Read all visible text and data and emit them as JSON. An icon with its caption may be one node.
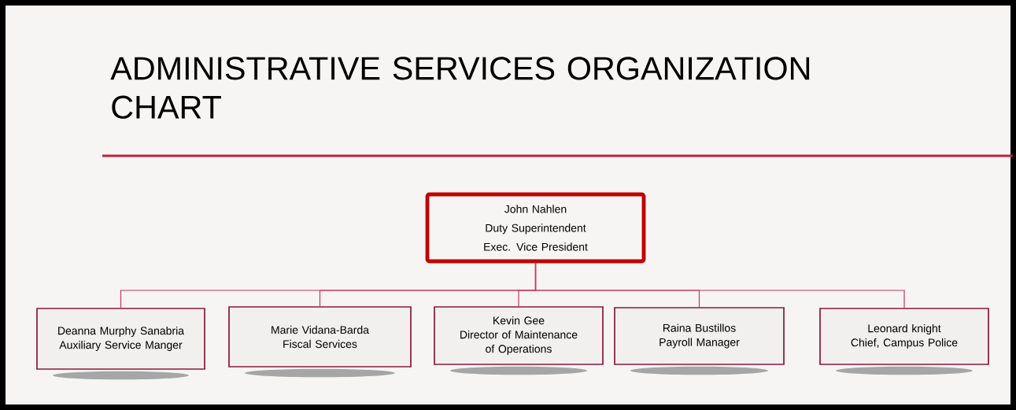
{
  "diagram": {
    "title": "ADMINISTRATIVE SERVICES ORGANIZATION CHART",
    "nodes": [
      {
        "text": [
          "John Nahlen",
          "Duty Superintendent Exec. Vice President"
        ]
      },
      {
        "text": [
          "Deanna Murphy Sanabria",
          "Auxiliary Service Manger"
        ]
      },
      {
        "text": [
          "Marie Vidana-Barda",
          "Fiscal Services"
        ]
      },
      {
        "text": [
          "Kevin Gee",
          "Director of Maintenance of Operations"
        ]
      },
      {
        "text": [
          "Raina Bustillos",
          "Payroll Manager"
        ]
      },
      {
        "text": [
          "Leonard knight",
          "Chief, Campus Police"
        ]
      }
    ],
    "edges": [
      {
        "from": 0,
        "to": 1,
        "arrow": "none"
      },
      {
        "from": 0,
        "to": 2,
        "arrow": "none"
      },
      {
        "from": 0,
        "to": 3,
        "arrow": "none"
      },
      {
        "from": 0,
        "to": 4,
        "arrow": "none"
      },
      {
        "from": 0,
        "to": 5,
        "arrow": "none"
      }
    ]
  }
}
